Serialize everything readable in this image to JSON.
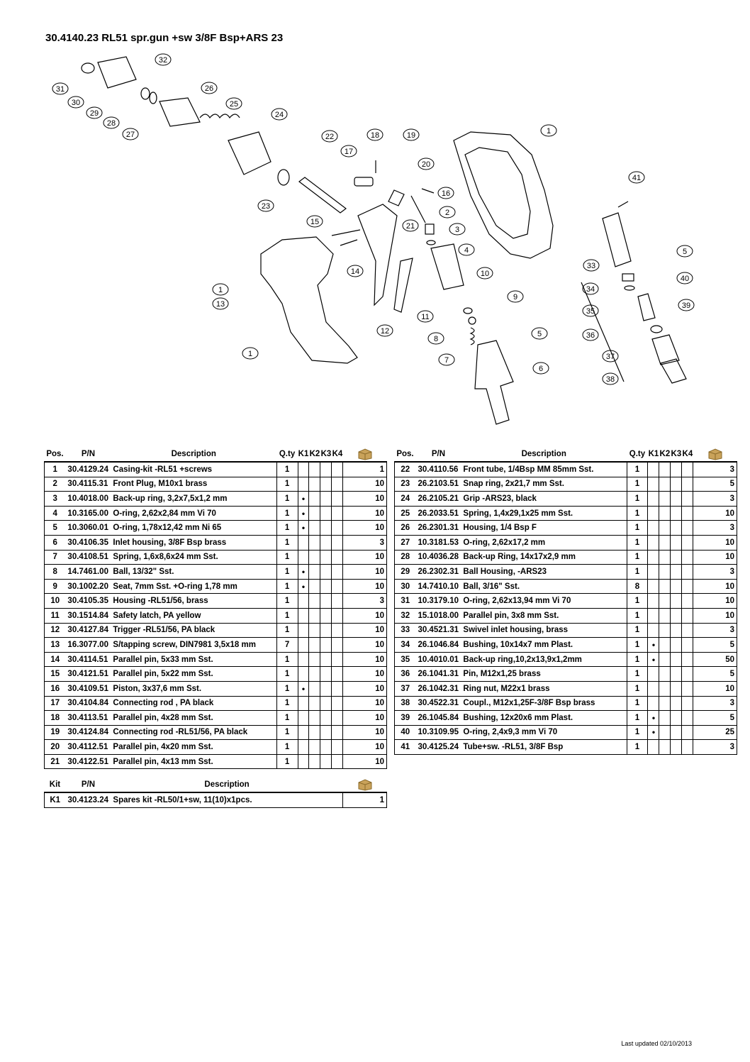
{
  "title": "30.4140.23 RL51 spr.gun +sw 3/8F Bsp+ARS 23",
  "headers": {
    "pos": "Pos.",
    "pn": "P/N",
    "desc": "Description",
    "qty": "Q.ty",
    "k1": "K1",
    "k2": "K2",
    "k3": "K3",
    "k4": "K4"
  },
  "kit_headers": {
    "kit": "Kit",
    "pn": "P/N",
    "desc": "Description"
  },
  "icons": {
    "package": "box-icon"
  },
  "left_rows": [
    {
      "pos": "1",
      "pn": "30.4129.24",
      "desc": "Casing-kit -RL51 +screws",
      "qty": "1",
      "k1": "",
      "k2": "",
      "k3": "",
      "k4": "",
      "pkg": "1"
    },
    {
      "pos": "2",
      "pn": "30.4115.31",
      "desc": "Front Plug, M10x1 brass",
      "qty": "1",
      "k1": "",
      "k2": "",
      "k3": "",
      "k4": "",
      "pkg": "10"
    },
    {
      "pos": "3",
      "pn": "10.4018.00",
      "desc": "Back-up ring, 3,2x7,5x1,2 mm",
      "qty": "1",
      "k1": "•",
      "k2": "",
      "k3": "",
      "k4": "",
      "pkg": "10"
    },
    {
      "pos": "4",
      "pn": "10.3165.00",
      "desc": "O-ring, 2,62x2,84 mm Vi 70",
      "qty": "1",
      "k1": "•",
      "k2": "",
      "k3": "",
      "k4": "",
      "pkg": "10"
    },
    {
      "pos": "5",
      "pn": "10.3060.01",
      "desc": "O-ring, 1,78x12,42 mm Ni 65",
      "qty": "1",
      "k1": "•",
      "k2": "",
      "k3": "",
      "k4": "",
      "pkg": "10"
    },
    {
      "pos": "6",
      "pn": "30.4106.35",
      "desc": "Inlet housing, 3/8F Bsp brass",
      "qty": "1",
      "k1": "",
      "k2": "",
      "k3": "",
      "k4": "",
      "pkg": "3"
    },
    {
      "pos": "7",
      "pn": "30.4108.51",
      "desc": "Spring, 1,6x8,6x24 mm Sst.",
      "qty": "1",
      "k1": "",
      "k2": "",
      "k3": "",
      "k4": "",
      "pkg": "10"
    },
    {
      "pos": "8",
      "pn": "14.7461.00",
      "desc": "Ball, 13/32\" Sst.",
      "qty": "1",
      "k1": "•",
      "k2": "",
      "k3": "",
      "k4": "",
      "pkg": "10"
    },
    {
      "pos": "9",
      "pn": "30.1002.20",
      "desc": "Seat, 7mm Sst. +O-ring 1,78 mm",
      "qty": "1",
      "k1": "•",
      "k2": "",
      "k3": "",
      "k4": "",
      "pkg": "10"
    },
    {
      "pos": "10",
      "pn": "30.4105.35",
      "desc": "Housing -RL51/56, brass",
      "qty": "1",
      "k1": "",
      "k2": "",
      "k3": "",
      "k4": "",
      "pkg": "3"
    },
    {
      "pos": "11",
      "pn": "30.1514.84",
      "desc": "Safety latch, PA yellow",
      "qty": "1",
      "k1": "",
      "k2": "",
      "k3": "",
      "k4": "",
      "pkg": "10"
    },
    {
      "pos": "12",
      "pn": "30.4127.84",
      "desc": "Trigger -RL51/56, PA black",
      "qty": "1",
      "k1": "",
      "k2": "",
      "k3": "",
      "k4": "",
      "pkg": "10"
    },
    {
      "pos": "13",
      "pn": "16.3077.00",
      "desc": "S/tapping screw, DIN7981 3,5x18 mm",
      "qty": "7",
      "k1": "",
      "k2": "",
      "k3": "",
      "k4": "",
      "pkg": "10"
    },
    {
      "pos": "14",
      "pn": "30.4114.51",
      "desc": "Parallel pin, 5x33 mm Sst.",
      "qty": "1",
      "k1": "",
      "k2": "",
      "k3": "",
      "k4": "",
      "pkg": "10"
    },
    {
      "pos": "15",
      "pn": "30.4121.51",
      "desc": "Parallel pin, 5x22 mm Sst.",
      "qty": "1",
      "k1": "",
      "k2": "",
      "k3": "",
      "k4": "",
      "pkg": "10"
    },
    {
      "pos": "16",
      "pn": "30.4109.51",
      "desc": "Piston, 3x37,6 mm Sst.",
      "qty": "1",
      "k1": "•",
      "k2": "",
      "k3": "",
      "k4": "",
      "pkg": "10"
    },
    {
      "pos": "17",
      "pn": "30.4104.84",
      "desc": "Connecting rod , PA black",
      "qty": "1",
      "k1": "",
      "k2": "",
      "k3": "",
      "k4": "",
      "pkg": "10"
    },
    {
      "pos": "18",
      "pn": "30.4113.51",
      "desc": "Parallel pin, 4x28 mm Sst.",
      "qty": "1",
      "k1": "",
      "k2": "",
      "k3": "",
      "k4": "",
      "pkg": "10"
    },
    {
      "pos": "19",
      "pn": "30.4124.84",
      "desc": "Connecting rod -RL51/56, PA black",
      "qty": "1",
      "k1": "",
      "k2": "",
      "k3": "",
      "k4": "",
      "pkg": "10"
    },
    {
      "pos": "20",
      "pn": "30.4112.51",
      "desc": "Parallel pin, 4x20 mm Sst.",
      "qty": "1",
      "k1": "",
      "k2": "",
      "k3": "",
      "k4": "",
      "pkg": "10"
    },
    {
      "pos": "21",
      "pn": "30.4122.51",
      "desc": "Parallel pin, 4x13 mm Sst.",
      "qty": "1",
      "k1": "",
      "k2": "",
      "k3": "",
      "k4": "",
      "pkg": "10"
    }
  ],
  "right_rows": [
    {
      "pos": "22",
      "pn": "30.4110.56",
      "desc": "Front tube, 1/4Bsp MM 85mm Sst.",
      "qty": "1",
      "k1": "",
      "k2": "",
      "k3": "",
      "k4": "",
      "pkg": "3"
    },
    {
      "pos": "23",
      "pn": "26.2103.51",
      "desc": "Snap ring, 2x21,7 mm Sst.",
      "qty": "1",
      "k1": "",
      "k2": "",
      "k3": "",
      "k4": "",
      "pkg": "5"
    },
    {
      "pos": "24",
      "pn": "26.2105.21",
      "desc": "Grip -ARS23, black",
      "qty": "1",
      "k1": "",
      "k2": "",
      "k3": "",
      "k4": "",
      "pkg": "3"
    },
    {
      "pos": "25",
      "pn": "26.2033.51",
      "desc": "Spring, 1,4x29,1x25 mm Sst.",
      "qty": "1",
      "k1": "",
      "k2": "",
      "k3": "",
      "k4": "",
      "pkg": "10"
    },
    {
      "pos": "26",
      "pn": "26.2301.31",
      "desc": "Housing, 1/4 Bsp F",
      "qty": "1",
      "k1": "",
      "k2": "",
      "k3": "",
      "k4": "",
      "pkg": "3"
    },
    {
      "pos": "27",
      "pn": "10.3181.53",
      "desc": "O-ring, 2,62x17,2 mm",
      "qty": "1",
      "k1": "",
      "k2": "",
      "k3": "",
      "k4": "",
      "pkg": "10"
    },
    {
      "pos": "28",
      "pn": "10.4036.28",
      "desc": "Back-up Ring, 14x17x2,9 mm",
      "qty": "1",
      "k1": "",
      "k2": "",
      "k3": "",
      "k4": "",
      "pkg": "10"
    },
    {
      "pos": "29",
      "pn": "26.2302.31",
      "desc": "Ball Housing, -ARS23",
      "qty": "1",
      "k1": "",
      "k2": "",
      "k3": "",
      "k4": "",
      "pkg": "3"
    },
    {
      "pos": "30",
      "pn": "14.7410.10",
      "desc": "Ball, 3/16\" Sst.",
      "qty": "8",
      "k1": "",
      "k2": "",
      "k3": "",
      "k4": "",
      "pkg": "10"
    },
    {
      "pos": "31",
      "pn": "10.3179.10",
      "desc": "O-ring, 2,62x13,94 mm Vi 70",
      "qty": "1",
      "k1": "",
      "k2": "",
      "k3": "",
      "k4": "",
      "pkg": "10"
    },
    {
      "pos": "32",
      "pn": "15.1018.00",
      "desc": "Parallel pin, 3x8 mm Sst.",
      "qty": "1",
      "k1": "",
      "k2": "",
      "k3": "",
      "k4": "",
      "pkg": "10"
    },
    {
      "pos": "33",
      "pn": "30.4521.31",
      "desc": "Swivel inlet housing, brass",
      "qty": "1",
      "k1": "",
      "k2": "",
      "k3": "",
      "k4": "",
      "pkg": "3"
    },
    {
      "pos": "34",
      "pn": "26.1046.84",
      "desc": "Bushing, 10x14x7 mm Plast.",
      "qty": "1",
      "k1": "•",
      "k2": "",
      "k3": "",
      "k4": "",
      "pkg": "5"
    },
    {
      "pos": "35",
      "pn": "10.4010.01",
      "desc": "Back-up ring,10,2x13,9x1,2mm",
      "qty": "1",
      "k1": "•",
      "k2": "",
      "k3": "",
      "k4": "",
      "pkg": "50"
    },
    {
      "pos": "36",
      "pn": "26.1041.31",
      "desc": "Pin, M12x1,25 brass",
      "qty": "1",
      "k1": "",
      "k2": "",
      "k3": "",
      "k4": "",
      "pkg": "5"
    },
    {
      "pos": "37",
      "pn": "26.1042.31",
      "desc": "Ring nut, M22x1 brass",
      "qty": "1",
      "k1": "",
      "k2": "",
      "k3": "",
      "k4": "",
      "pkg": "10"
    },
    {
      "pos": "38",
      "pn": "30.4522.31",
      "desc": "Coupl., M12x1,25F-3/8F Bsp brass",
      "qty": "1",
      "k1": "",
      "k2": "",
      "k3": "",
      "k4": "",
      "pkg": "3"
    },
    {
      "pos": "39",
      "pn": "26.1045.84",
      "desc": "Bushing, 12x20x6 mm Plast.",
      "qty": "1",
      "k1": "•",
      "k2": "",
      "k3": "",
      "k4": "",
      "pkg": "5"
    },
    {
      "pos": "40",
      "pn": "10.3109.95",
      "desc": "O-ring, 2,4x9,3 mm Vi 70",
      "qty": "1",
      "k1": "•",
      "k2": "",
      "k3": "",
      "k4": "",
      "pkg": "25"
    },
    {
      "pos": "41",
      "pn": "30.4125.24",
      "desc": "Tube+sw. -RL51, 3/8F Bsp",
      "qty": "1",
      "k1": "",
      "k2": "",
      "k3": "",
      "k4": "",
      "pkg": "3"
    }
  ],
  "kit_rows": [
    {
      "kit": "K1",
      "pn": "30.4123.24",
      "desc": "Spares kit -RL50/1+sw, 11(10)x1pcs.",
      "pkg": "1"
    }
  ],
  "diagram_labels": [
    "1",
    "1",
    "1",
    "2",
    "3",
    "4",
    "5",
    "5",
    "6",
    "7",
    "8",
    "9",
    "10",
    "11",
    "12",
    "13",
    "14",
    "15",
    "16",
    "17",
    "18",
    "19",
    "20",
    "21",
    "22",
    "23",
    "24",
    "25",
    "26",
    "27",
    "28",
    "29",
    "30",
    "31",
    "32",
    "33",
    "34",
    "35",
    "36",
    "37",
    "38",
    "39",
    "40",
    "41"
  ],
  "footer": "Last updated 02/10/2013"
}
